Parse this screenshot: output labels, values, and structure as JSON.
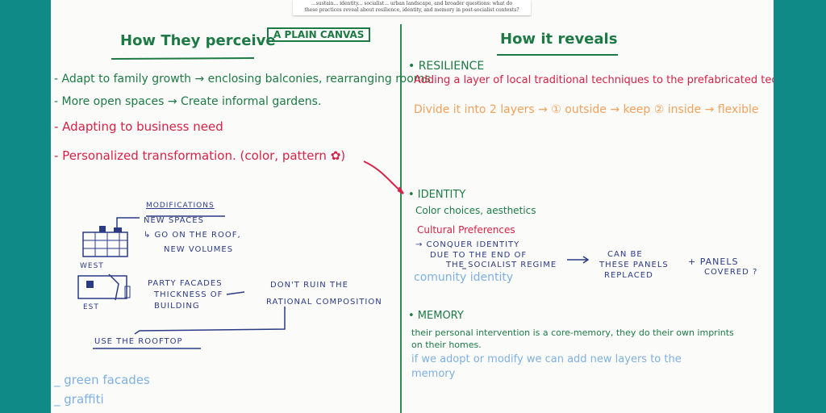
{
  "paper_note": {
    "line1": "...sustain... identity... socialist... urban landscape, and broader questions: what do",
    "line2": "these practices reveal about resilience, identity, and memory in post-socialist contexts?"
  },
  "left": {
    "heading": "How They perceive",
    "boxed": "A PLAIN CANVAS",
    "items": [
      "- Adapt to family growth → enclosing balconies, rearranging rooms",
      "- More open spaces → Create informal gardens.",
      "- Adapting to business need",
      "- Personalized transformation. (color, pattern ✿)"
    ],
    "sketch": {
      "title": "MODIFICATIONS",
      "new_spaces": "NEW SPACES",
      "go_roof": "↳ GO ON THE ROOF,",
      "new_volumes": "NEW VOLUMES",
      "west": "WEST",
      "est": "EST",
      "party1": "PARTY FACADES",
      "party2": "THICKNESS OF",
      "party3": "BUILDING",
      "ruin1": "DON'T RUIN THE",
      "ruin2": "RATIONAL COMPOSITION",
      "rooftop": "USE THE ROOFTOP"
    },
    "light": [
      "_ green facades",
      "_ graffiti"
    ]
  },
  "right": {
    "heading": "How it reveals",
    "resilience": {
      "title": "• RESILIENCE",
      "line1": "Adding a layer of local traditional techniques to the prefabricated tech.",
      "line2": "Divide it into 2 layers → ① outside → keep  ② inside → flexible"
    },
    "identity": {
      "title": "• IDENTITY",
      "line1": "Color choices, aesthetics",
      "line2": "Cultural Preferences",
      "conquer1": "→ CONQUER IDENTITY",
      "conquer2": "DUE TO THE END OF",
      "conquer3": "THE SOCIALIST REGIME",
      "can1": "CAN BE",
      "can2": "THESE PANELS",
      "can3": "REPLACED",
      "plus": "+ PANELS",
      "covered": "COVERED ?",
      "community": "comunity identity"
    },
    "memory": {
      "title": "• MEMORY",
      "line1": "their personal intervention is a core-memory, they do their own imprints",
      "line2": "on their homes.",
      "line3": "if we adopt or modify we can add new layers to the",
      "line4": "memory"
    }
  }
}
